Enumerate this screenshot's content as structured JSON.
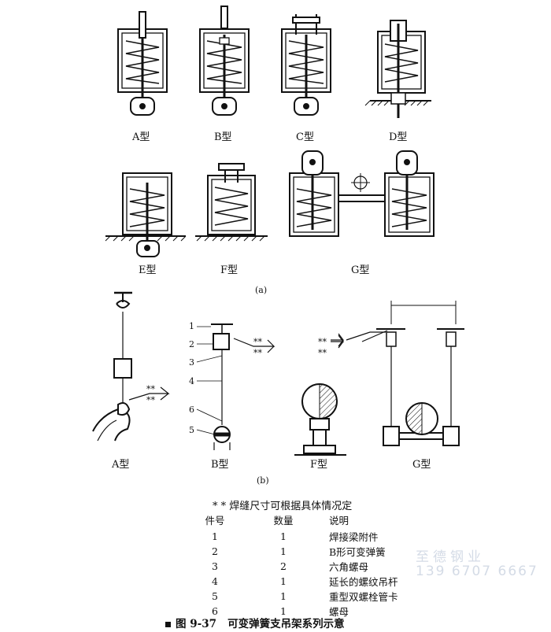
{
  "figure": {
    "panel_a": {
      "types": [
        "A型",
        "B型",
        "C型",
        "D型",
        "E型",
        "F型",
        "G型"
      ],
      "sublabel": "(a)"
    },
    "panel_b": {
      "types": [
        "A型",
        "B型",
        "F型",
        "G型"
      ],
      "part_numbers": [
        "1",
        "2",
        "3",
        "4",
        "5",
        "6"
      ],
      "weld_mark": "**",
      "sublabel": "(b)"
    }
  },
  "legend": {
    "note": "* * 焊缝尺寸可根据具体情况定",
    "headers": [
      "件号",
      "数量",
      "说明"
    ],
    "rows": [
      {
        "no": "1",
        "qty": "1",
        "desc": "焊接梁附件"
      },
      {
        "no": "2",
        "qty": "1",
        "desc": "B形可变弹簧"
      },
      {
        "no": "3",
        "qty": "2",
        "desc": "六角螺母"
      },
      {
        "no": "4",
        "qty": "1",
        "desc": "延长的螺纹吊杆"
      },
      {
        "no": "5",
        "qty": "1",
        "desc": "重型双螺栓管卡"
      },
      {
        "no": "6",
        "qty": "1",
        "desc": "螺母"
      }
    ]
  },
  "caption": {
    "number": "图 9-37",
    "text": "可变弹簧支吊架系列示意"
  },
  "watermark": {
    "company": "至德钢业",
    "phone": "139 6707 6667"
  }
}
